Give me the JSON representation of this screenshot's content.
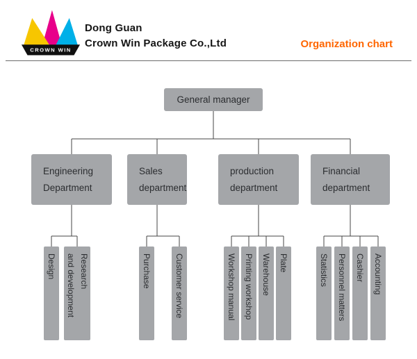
{
  "header": {
    "logo_text": "CROWN WIN",
    "company_line1": "Dong Guan",
    "company_line2": "Crown Win Package Co.,Ltd",
    "page_title": "Organization chart"
  },
  "chart_data": {
    "type": "tree",
    "title": "Organization chart",
    "root": "General manager",
    "departments": [
      {
        "lines": [
          "Engineering",
          "Department"
        ],
        "children": [
          "Design",
          "Research\nand development"
        ]
      },
      {
        "lines": [
          "Sales",
          "department"
        ],
        "children": [
          "Purchase",
          "Customer service"
        ]
      },
      {
        "lines": [
          "production",
          "department"
        ],
        "children": [
          "Workshop manual",
          "Printing workshop",
          "Warehouse",
          "Plate"
        ]
      },
      {
        "lines": [
          "Financial",
          "department"
        ],
        "children": [
          "Statistics",
          "Personnel matters",
          "Cashier",
          "Accounting"
        ]
      }
    ]
  },
  "colors": {
    "accent": "#ff6600",
    "box_fill": "#a4a6a9",
    "box_text": "#2b2d30",
    "line": "#444444",
    "logo_yellow": "#f7c600",
    "logo_magenta": "#e8008a",
    "logo_cyan": "#00b0e8",
    "logo_black": "#101010"
  }
}
